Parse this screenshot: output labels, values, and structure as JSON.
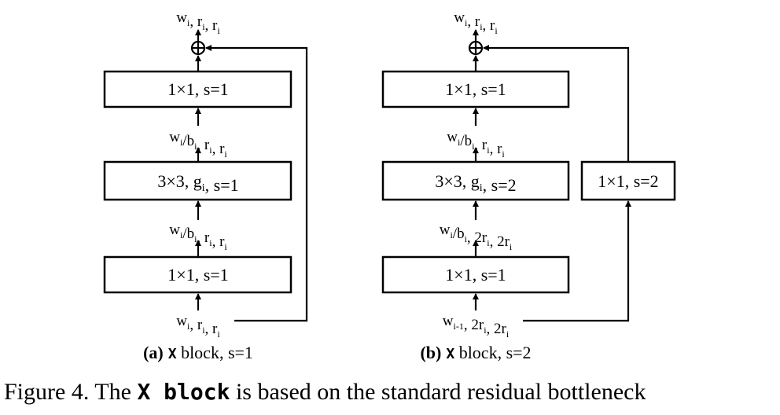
{
  "diagram_a": {
    "top_label": [
      {
        "t": "w",
        "s": "i"
      },
      {
        "t": ", r",
        "s": "i"
      },
      {
        "t": ", r",
        "s": "i"
      }
    ],
    "box_top": "1×1, s=1",
    "label_mid_upper": [
      {
        "t": "w",
        "s": "i"
      },
      {
        "t": "/b",
        "s": "i"
      },
      {
        "t": ", r",
        "s": "i"
      },
      {
        "t": ", r",
        "s": "i"
      }
    ],
    "box_mid": [
      {
        "t": "3×3, g",
        "s": "i"
      },
      {
        "t": ", s=1",
        "s": ""
      }
    ],
    "label_mid_lower": [
      {
        "t": "w",
        "s": "i"
      },
      {
        "t": "/b",
        "s": "i"
      },
      {
        "t": ", r",
        "s": "i"
      },
      {
        "t": ", r",
        "s": "i"
      }
    ],
    "box_bottom": "1×1, s=1",
    "input_label": [
      {
        "t": "w",
        "s": "i"
      },
      {
        "t": ", r",
        "s": "i"
      },
      {
        "t": ", r",
        "s": "i"
      }
    ],
    "caption_bold": "(a)",
    "caption_x": "X",
    "caption_rest": " block, s=1"
  },
  "diagram_b": {
    "top_label": [
      {
        "t": "w",
        "s": "i"
      },
      {
        "t": ", r",
        "s": "i"
      },
      {
        "t": ", r",
        "s": "i"
      }
    ],
    "box_top": "1×1, s=1",
    "label_mid_upper": [
      {
        "t": "w",
        "s": "i"
      },
      {
        "t": "/b",
        "s": "i"
      },
      {
        "t": ", r",
        "s": "i"
      },
      {
        "t": ", r",
        "s": "i"
      }
    ],
    "box_mid": [
      {
        "t": "3×3, g",
        "s": "i"
      },
      {
        "t": ", s=2",
        "s": ""
      }
    ],
    "label_mid_lower": [
      {
        "t": "w",
        "s": "i"
      },
      {
        "t": "/b",
        "s": "i"
      },
      {
        "t": ", 2r",
        "s": "i"
      },
      {
        "t": ", 2r",
        "s": "i"
      }
    ],
    "box_bottom": "1×1, s=1",
    "shortcut_box": "1×1, s=2",
    "input_label": [
      {
        "t": "w",
        "s": "i-1"
      },
      {
        "t": ", 2r",
        "s": "i"
      },
      {
        "t": ", 2r",
        "s": "i"
      }
    ],
    "caption_bold": "(b)",
    "caption_x": "X",
    "caption_rest": " block, s=2"
  },
  "figure_caption": {
    "prefix": "Figure 4. The ",
    "bold": "X block",
    "suffix": " is based on the standard residual bottleneck"
  }
}
